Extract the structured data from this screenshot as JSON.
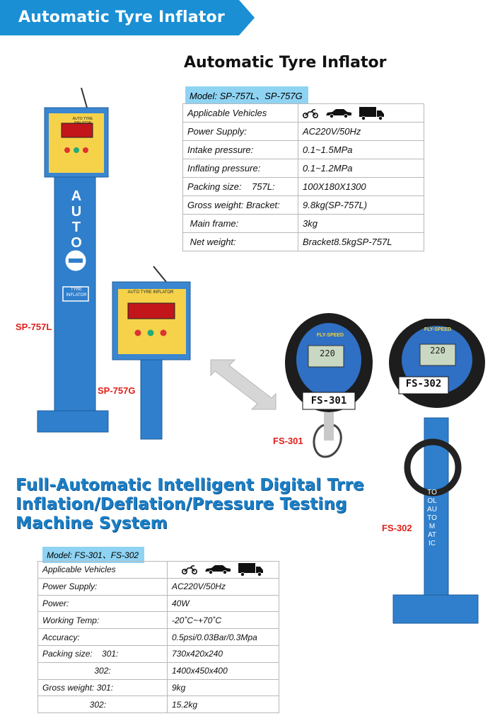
{
  "banner": {
    "title": "Automatic Tyre Inflator"
  },
  "section1": {
    "heading": "Automatic Tyre Inflator",
    "model": "Model: SP-757L、SP-757G",
    "rows": [
      [
        "Applicable Vehicles",
        ""
      ],
      [
        "Power Supply:",
        "AC220V/50Hz"
      ],
      [
        "Intake pressure:",
        "0.1~1.5MPa"
      ],
      [
        "Inflating pressure:",
        "0.1~1.2MPa"
      ],
      [
        "Packing size:    757L:",
        "100X180X1300"
      ],
      [
        "Gross weight: Bracket:",
        "9.8kg(SP-757L)"
      ],
      [
        " Main frame:",
        "3kg"
      ],
      [
        " Net weight:",
        "Bracket8.5kgSP-757L"
      ]
    ]
  },
  "product_labels": {
    "sp757l": "SP-757L",
    "sp757g": "SP-757G",
    "fs301": "FS-301",
    "fs302": "FS-302"
  },
  "device_text": {
    "auto_letters": [
      "A",
      "U",
      "T",
      "O"
    ],
    "tyre_inflator_tag": "TYRE INFLATOR",
    "panel_title": "AUTO TYRE INFLATOR",
    "fs301_plate": "FS-301",
    "fs302_plate": "FS-302",
    "gauge_brand": "FLY-SPEED",
    "gauge_reading": "220",
    "pillar_text": "TOOL AUTOMATIC"
  },
  "section2": {
    "title_lines": [
      "Full-Automatic Intelligent Digital Trre",
      "Inflation/Deflation/Pressure Testing",
      "Machine System"
    ],
    "model": "Model: FS-301、FS-302",
    "rows": [
      [
        "Applicable Vehicles",
        ""
      ],
      [
        "Power Supply:",
        "AC220V/50Hz"
      ],
      [
        "Power:",
        "40W"
      ],
      [
        "Working Temp:",
        "-20˚C~+70˚C"
      ],
      [
        "Accuracy:",
        "0.5psi/0.03Bar/0.3Mpa"
      ],
      [
        "Packing size:    301:",
        "730x420x240"
      ],
      [
        "                      302:",
        "1400x450x400"
      ],
      [
        "Gross weight: 301:",
        "9kg"
      ],
      [
        "                    302:",
        "15.2kg"
      ]
    ]
  },
  "colors": {
    "banner": "#1a8fd4",
    "product_blue": "#2f7fcc",
    "label_red": "#e0201b",
    "model_bg": "#8fd3f3"
  },
  "icons": [
    "motorcycle-icon",
    "car-icon",
    "truck-icon"
  ]
}
